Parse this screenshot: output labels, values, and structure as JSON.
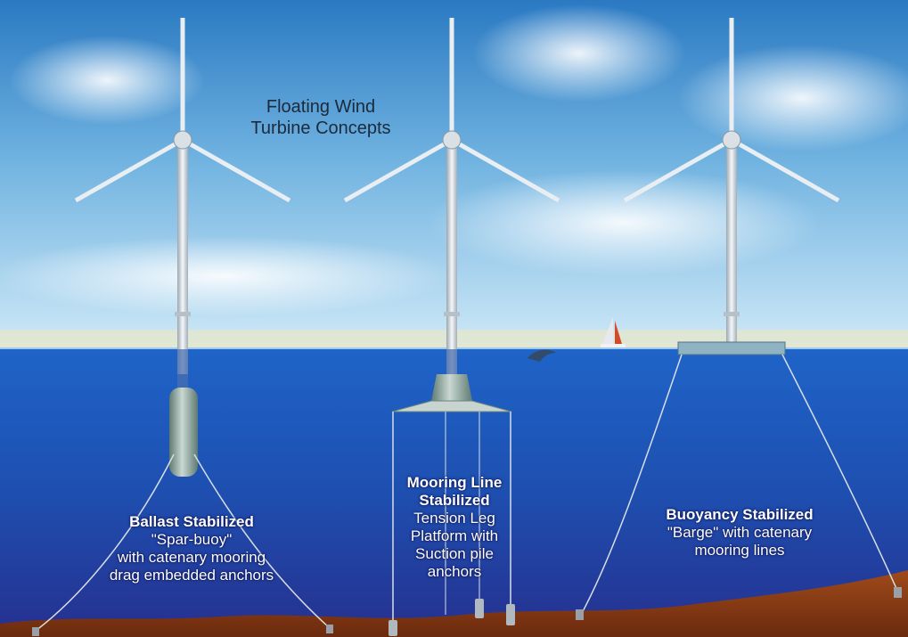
{
  "title": {
    "line1": "Floating Wind",
    "line2": "Turbine Concepts"
  },
  "concepts": [
    {
      "heading": "Ballast Stabilized",
      "lines": [
        "\"Spar-buoy\"",
        "with catenary mooring",
        "drag embedded anchors"
      ]
    },
    {
      "heading_line1": "Mooring Line",
      "heading_line2": "Stabilized",
      "lines": [
        "Tension Leg",
        "Platform with",
        "Suction pile",
        "anchors"
      ]
    },
    {
      "heading": "Buoyancy Stabilized",
      "lines": [
        "\"Barge\" with catenary",
        "mooring lines"
      ]
    }
  ],
  "colors": {
    "sky_top": "#2a79c2",
    "sky_bottom": "#bfe3f6",
    "sea_top": "#1f56b8",
    "sea_bottom": "#2a2a8c",
    "seabed": "#8a3a14",
    "turbine": "#e9eef2"
  }
}
